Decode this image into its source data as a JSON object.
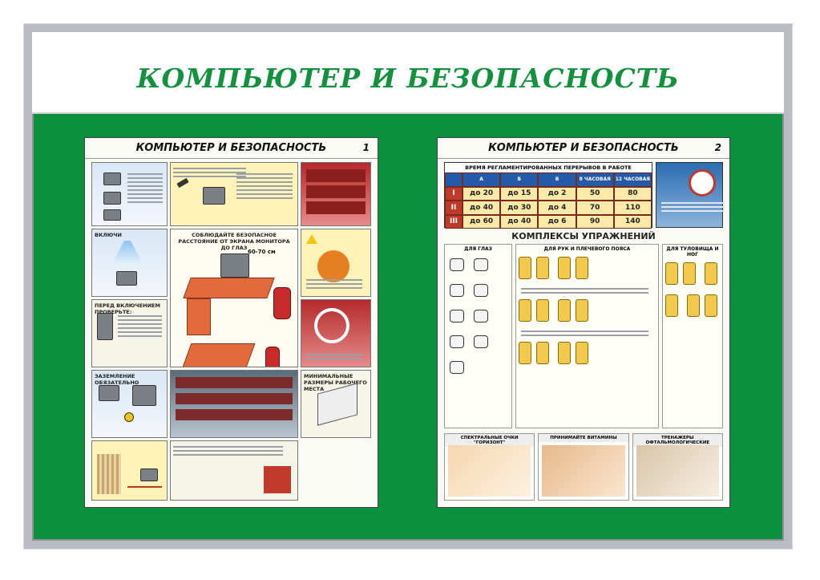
{
  "board": {
    "title": "КОМПЬЮТЕР И БЕЗОПАСНОСТЬ",
    "colors": {
      "background_green": "#0a8f3e",
      "title_green": "#13913e",
      "frame": "#b9bcc0"
    }
  },
  "poster1": {
    "title": "КОМПЬЮТЕР И БЕЗОПАСНОСТЬ",
    "number": "1",
    "center_heading": "СОБЛЮДАЙТЕ БЕЗОПАСНОЕ РАССТОЯНИЕ ОТ ЭКРАНА МОНИТОРА ДО ГЛАЗ",
    "distance_label": "60-70 см",
    "ionizer_label": "ВКЛЮЧИ",
    "before_on_label": "ПЕРЕД ВКЛЮЧЕНИЕМ ПРОВЕРЬТЕ:",
    "grounding_label": "ЗАЗЕМЛЕНИЕ ОБЯЗАТЕЛЬНО",
    "min_sizes_label": "МИНИМАЛЬНЫЕ РАЗМЕРЫ РАБОЧЕГО МЕСТА"
  },
  "poster2": {
    "title": "КОМПЬЮТЕР И БЕЗОПАСНОСТЬ",
    "number": "2",
    "table_title": "ВРЕМЯ РЕГЛАМЕНТИРОВАННЫХ ПЕРЕРЫВОВ В РАБОТЕ",
    "table_header": [
      "",
      "А",
      "Б",
      "В",
      "8 ЧАСОВАЯ",
      "12 ЧАСОВАЯ"
    ],
    "table_rows": [
      [
        "I",
        "до 20",
        "до 15",
        "до 2",
        "50",
        "80"
      ],
      [
        "II",
        "до 40",
        "до 30",
        "до 4",
        "70",
        "110"
      ],
      [
        "III",
        "до 60",
        "до 40",
        "до 6",
        "90",
        "140"
      ]
    ],
    "complexes_title": "КОМПЛЕКСЫ УПРАЖНЕНИЙ",
    "eyes_label": "ДЛЯ ГЛАЗ",
    "arms_label": "ДЛЯ РУК И ПЛЕЧЕВОГО ПОЯСА",
    "torso_label": "ДЛЯ ТУЛОВИЩА И НОГ",
    "bottom_labels": [
      "СПЕКТРАЛЬНЫЕ ОЧКИ \"ГОРИЗОНТ\"",
      "ПРИНИМАЙТЕ ВИТАМИНЫ",
      "ТРЕНАЖЕРЫ ОФТАЛЬМОЛОГИЧЕСКИЕ"
    ]
  }
}
